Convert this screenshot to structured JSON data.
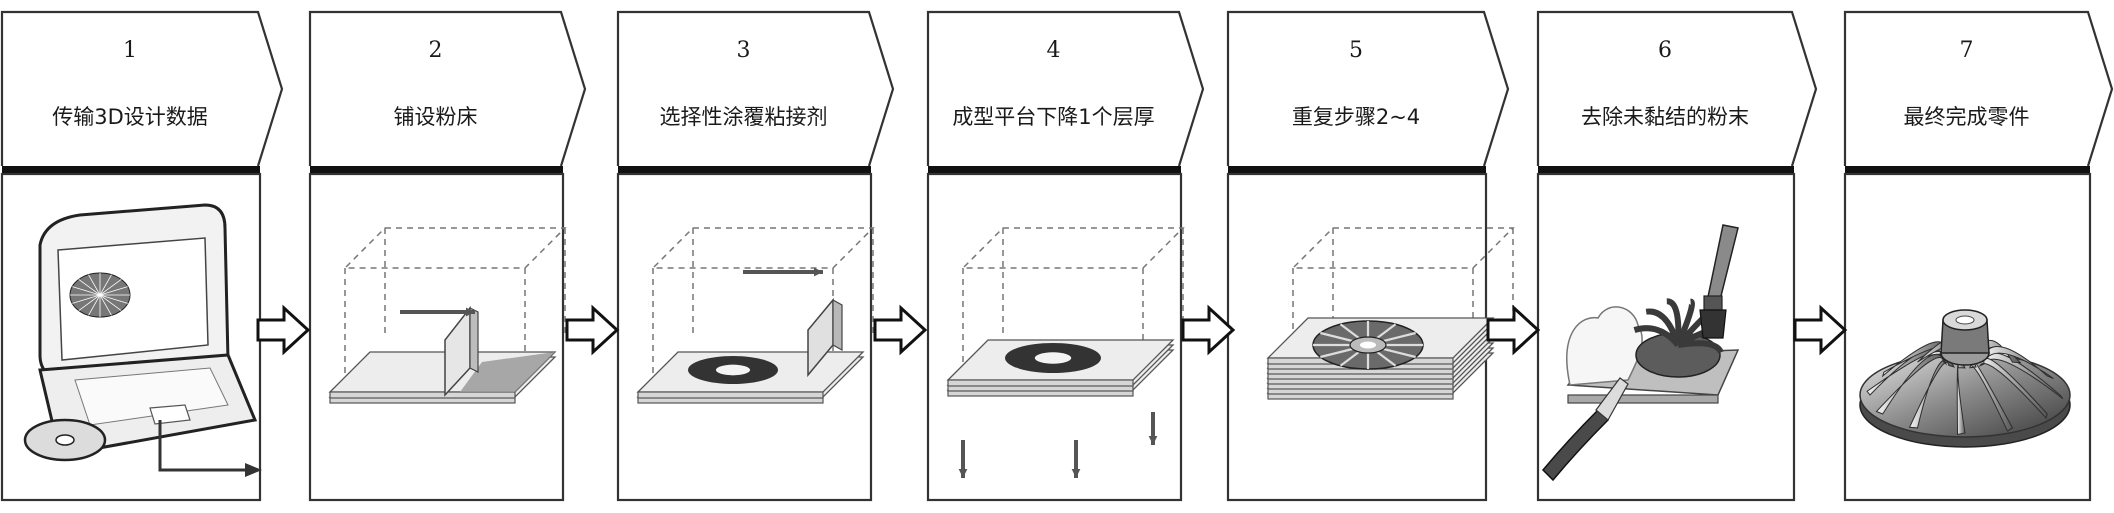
{
  "steps": [
    {
      "number": "1",
      "label": "传输3D设计数据",
      "illustration": "laptop-icon"
    },
    {
      "number": "2",
      "label": "铺设粉床",
      "illustration": "powder-bed-spreading-icon"
    },
    {
      "number": "3",
      "label": "选择性涂覆粘接剂",
      "illustration": "binder-printhead-icon"
    },
    {
      "number": "4",
      "label": "成型平台下降1个层厚",
      "illustration": "platform-lowering-icon"
    },
    {
      "number": "5",
      "label": "重复步骤2~4",
      "illustration": "layer-repeat-icon"
    },
    {
      "number": "6",
      "label": "去除未黏结的粉末",
      "illustration": "depowdering-brush-icon"
    },
    {
      "number": "7",
      "label": "最终完成零件",
      "illustration": "impeller-part-icon"
    }
  ],
  "connectors": {
    "icon": "hollow-arrow-right-icon"
  },
  "colors": {
    "stroke": "#333333",
    "band": "#111111",
    "panel_fill": "#ffffff",
    "part_dark": "#333333",
    "powder_gray": "#9a9a9a"
  }
}
